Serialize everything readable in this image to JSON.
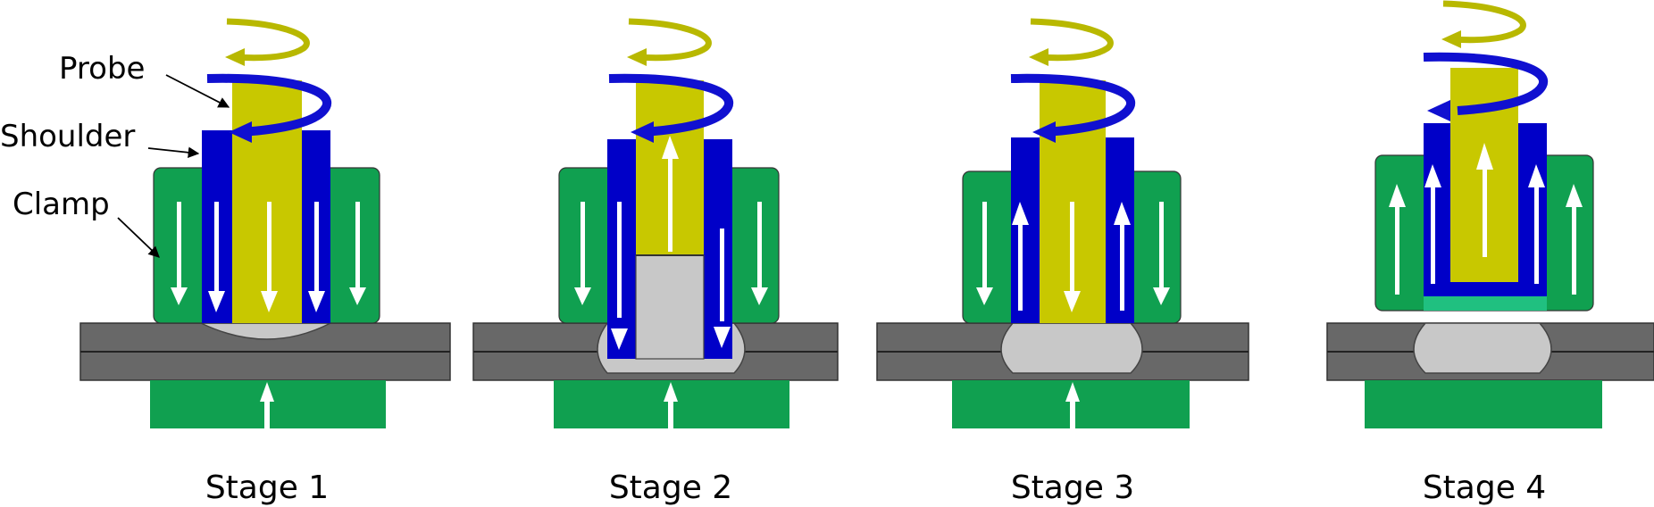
{
  "labels": {
    "probe": "Probe",
    "shoulder": "Shoulder",
    "clamp": "Clamp"
  },
  "stages": [
    {
      "name": "Stage 1"
    },
    {
      "name": "Stage 2"
    },
    {
      "name": "Stage 3"
    },
    {
      "name": "Stage 4"
    }
  ],
  "colors": {
    "probe": "#c8c800",
    "shoulder": "#0000c8",
    "clamp": "#10a050",
    "workpiece": "#686868",
    "weld": "#c8c8c8",
    "arrow": "#ffffff",
    "rotation_yellow": "#b8b800",
    "rotation_blue": "#1010d0"
  }
}
